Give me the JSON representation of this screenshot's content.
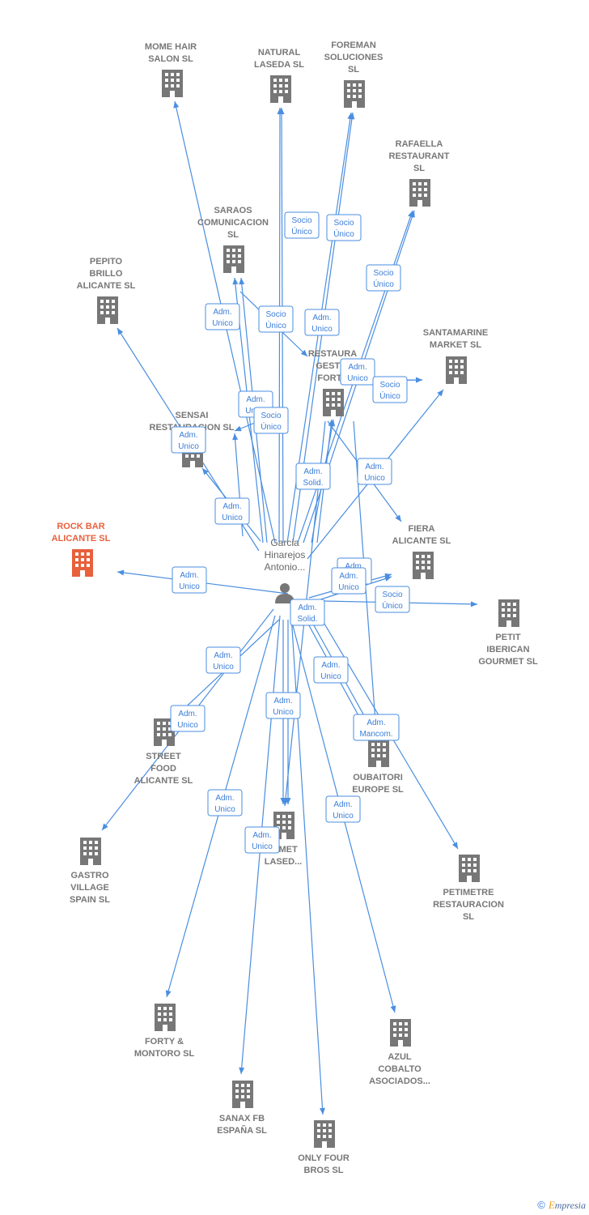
{
  "person": {
    "name_lines": [
      "Garcia",
      "Hinarejos",
      "Antonio..."
    ]
  },
  "companies": [
    {
      "id": "mome",
      "lines": [
        "MOME HAIR",
        "SALON  SL"
      ]
    },
    {
      "id": "natural",
      "lines": [
        "NATURAL",
        "LASEDA  SL"
      ]
    },
    {
      "id": "foreman",
      "lines": [
        "FOREMAN",
        "SOLUCIONES",
        "SL"
      ]
    },
    {
      "id": "rafaella",
      "lines": [
        "RAFAELLA",
        "RESTAURANT",
        "SL"
      ]
    },
    {
      "id": "saraos",
      "lines": [
        "SARAOS",
        "COMUNICACION",
        "SL"
      ]
    },
    {
      "id": "pepito",
      "lines": [
        "PEPITO",
        "BRILLO",
        "ALICANTE  SL"
      ]
    },
    {
      "id": "santamarine",
      "lines": [
        "SANTAMARINE",
        "MARKET  SL"
      ]
    },
    {
      "id": "restaura",
      "lines": [
        "RESTAURA",
        "GESTIO",
        "FORTY"
      ]
    },
    {
      "id": "sensai",
      "lines": [
        "SENSAI",
        "RESTAURACION SL"
      ]
    },
    {
      "id": "rockbar",
      "lines": [
        "ROCK BAR",
        "ALICANTE  SL"
      ],
      "highlight": true
    },
    {
      "id": "fiera",
      "lines": [
        "FIERA",
        "ALICANTE  SL"
      ]
    },
    {
      "id": "petit",
      "lines": [
        "PETIT",
        "IBERICAN",
        "GOURMET SL"
      ]
    },
    {
      "id": "street",
      "lines": [
        "STREET",
        "FOOD",
        "ALICANTE  SL"
      ]
    },
    {
      "id": "oubaitori",
      "lines": [
        "OUBAITORI",
        "EUROPE  SL"
      ]
    },
    {
      "id": "gastro",
      "lines": [
        "GASTRO",
        "VILLAGE",
        "SPAIN  SL"
      ]
    },
    {
      "id": "gourmet",
      "lines": [
        "...IMET",
        "LASED..."
      ]
    },
    {
      "id": "petimetre",
      "lines": [
        "PETIMETRE",
        "RESTAURACION",
        "SL"
      ]
    },
    {
      "id": "forty",
      "lines": [
        "FORTY &",
        "MONTORO  SL"
      ]
    },
    {
      "id": "azul",
      "lines": [
        "AZUL",
        "COBALTO",
        "ASOCIADOS..."
      ]
    },
    {
      "id": "sanax",
      "lines": [
        "SANAX FB",
        "ESPAÑA  SL"
      ]
    },
    {
      "id": "onlyfour",
      "lines": [
        "ONLY FOUR",
        "BROS  SL"
      ]
    }
  ],
  "roles": [
    {
      "lines": [
        "Socio",
        "Único"
      ]
    },
    {
      "lines": [
        "Socio",
        "Único"
      ]
    },
    {
      "lines": [
        "Socio",
        "Único"
      ]
    },
    {
      "lines": [
        "Adm.",
        "Unico"
      ]
    },
    {
      "lines": [
        "Socio",
        "Único"
      ]
    },
    {
      "lines": [
        "Adm.",
        "Unico"
      ]
    },
    {
      "lines": [
        "Adm.",
        "Unico"
      ]
    },
    {
      "lines": [
        "Socio",
        "Único"
      ]
    },
    {
      "lines": [
        "Adm.",
        "Unico"
      ]
    },
    {
      "lines": [
        "Socio",
        "Único"
      ]
    },
    {
      "lines": [
        "Adm.",
        "Unico"
      ]
    },
    {
      "lines": [
        "Adm.",
        "Solid."
      ]
    },
    {
      "lines": [
        "Adm.",
        "Unico"
      ]
    },
    {
      "lines": [
        "Adm.",
        "Unico"
      ]
    },
    {
      "lines": [
        "Adm.",
        "Unico"
      ]
    },
    {
      "lines": [
        "Adm.",
        "Unico"
      ]
    },
    {
      "lines": [
        "Adm.",
        "Unico"
      ]
    },
    {
      "lines": [
        "Socio",
        "Único"
      ]
    },
    {
      "lines": [
        "Adm.",
        "Solid."
      ]
    },
    {
      "lines": [
        "Adm.",
        "Unico"
      ]
    },
    {
      "lines": [
        "Adm.",
        "Unico"
      ]
    },
    {
      "lines": [
        "Adm.",
        "Unico"
      ]
    },
    {
      "lines": [
        "Adm.",
        "Unico"
      ]
    },
    {
      "lines": [
        "Adm.",
        "Mancom."
      ]
    },
    {
      "lines": [
        "Adm.",
        "Unico"
      ]
    },
    {
      "lines": [
        "Adm.",
        "Unico"
      ]
    },
    {
      "lines": [
        "Adm.",
        "Unico"
      ]
    }
  ],
  "colors": {
    "edge": "#4a8ee0",
    "building": "#777777",
    "highlight": "#e8603c"
  },
  "footer": {
    "copyright": "©",
    "brand_first": "E",
    "brand_rest": "mpresia"
  }
}
